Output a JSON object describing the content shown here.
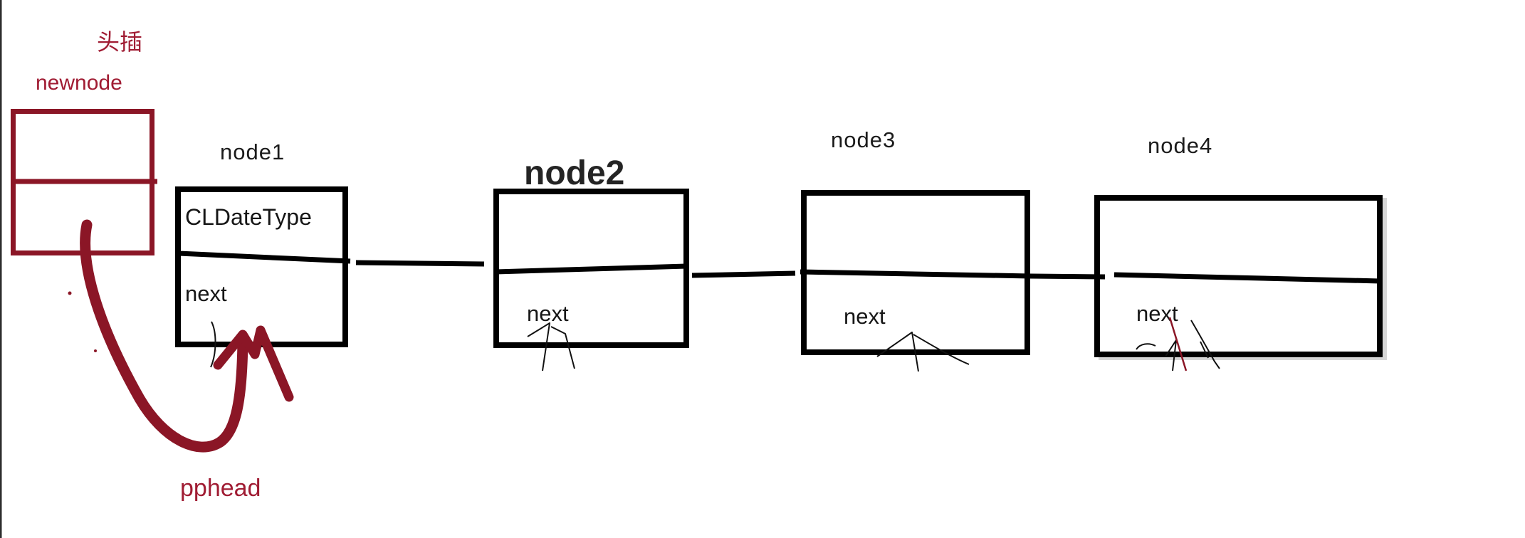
{
  "diagram": {
    "kind": "singly-linked-list head-insert sketch",
    "background": "#ffffff",
    "colors": {
      "ink_black": "#000000",
      "marker_red": "#8b1626",
      "red_text": "#a01c33",
      "window_edge": "#2e2e2e"
    },
    "annotations": {
      "method_label": "头插",
      "newnode_label": "newnode",
      "pphead_label": "pphead"
    },
    "newnode_box": {
      "data_cell_text": "",
      "pointer_cell_text": ""
    },
    "nodes": [
      {
        "label": "node1",
        "fields": {
          "data": "CLDateType",
          "pointer": "next"
        }
      },
      {
        "label": "node2",
        "fields": {
          "data": "",
          "pointer": "next"
        }
      },
      {
        "label": "node3",
        "fields": {
          "data": "",
          "pointer": "next"
        }
      },
      {
        "label": "node4",
        "fields": {
          "data": "",
          "pointer": "next"
        }
      }
    ]
  }
}
